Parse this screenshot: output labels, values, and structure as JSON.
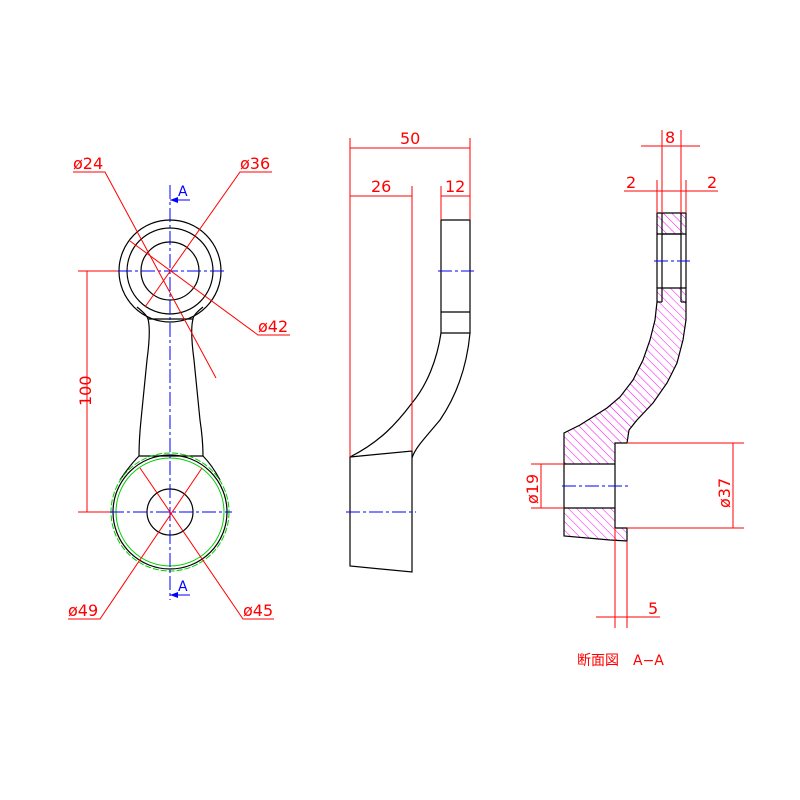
{
  "front_view": {
    "dim_d24": "ø24",
    "dim_d36": "ø36",
    "dim_d42": "ø42",
    "dim_100": "100",
    "dim_d49": "ø49",
    "dim_d45": "ø45",
    "section_mark_top": "A",
    "section_mark_bottom": "A"
  },
  "side_view": {
    "dim_50": "50",
    "dim_26": "26",
    "dim_12": "12"
  },
  "section_view": {
    "dim_8": "8",
    "dim_2_left": "2",
    "dim_2_right": "2",
    "dim_d19": "ø19",
    "dim_d37": "ø37",
    "dim_5": "5",
    "title": "断面図　A−A"
  },
  "colors": {
    "dimension": "#ff0000",
    "centerline": "#0000ff",
    "hatch": "#ff00ff",
    "tolerance_circle": "#00cc00"
  }
}
